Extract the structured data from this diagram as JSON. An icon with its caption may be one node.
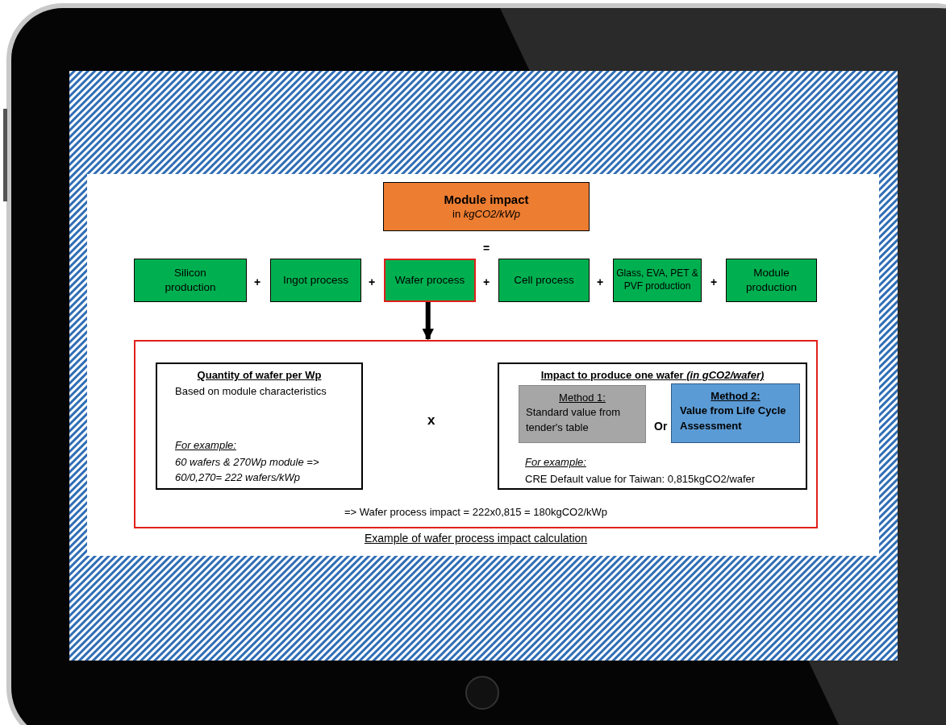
{
  "diagram": {
    "nodes": [
      {
        "text": [
          "Module impact",
          "in *kgCO2/kWp*"
        ]
      },
      {
        "text": [
          "Silicon production"
        ]
      },
      {
        "text": [
          "Ingot process"
        ]
      },
      {
        "text": [
          "Wafer process"
        ]
      },
      {
        "text": [
          "Cell process"
        ]
      },
      {
        "text": [
          "Glass, EVA, PET & PVF production"
        ]
      },
      {
        "text": [
          "Module production"
        ]
      },
      {
        "text": [
          "=> Wafer process impact = 222x0,815 = 180kgCO2/kWp"
        ]
      },
      {
        "text": [
          "Quantity of wafer per Wp",
          "Based on module characteristics",
          "For example:",
          "60 wafers & 270Wp module => 60/0,270= 222 wafers/kWp"
        ],
        "in": 7
      },
      {
        "text": [
          "Impact to produce one wafer *(in gCO2/wafer)*",
          "For example:",
          "CRE Default value for Taiwan: 0,815kgCO2/wafer"
        ],
        "in": 7
      },
      {
        "text": [
          "Method 1:",
          "Standard value from tender's table"
        ],
        "in": 9
      },
      {
        "text": [
          "Method 2:",
          "Value from Life Cycle Assessment"
        ],
        "in": 9
      }
    ],
    "edges": [
      {
        "from": 3,
        "to": 7,
        "arrow": "to"
      }
    ],
    "labels": [
      "=",
      "+",
      "+",
      "+",
      "+",
      "+",
      "x",
      "Or"
    ],
    "caption": "Example of wafer process impact calculation"
  }
}
